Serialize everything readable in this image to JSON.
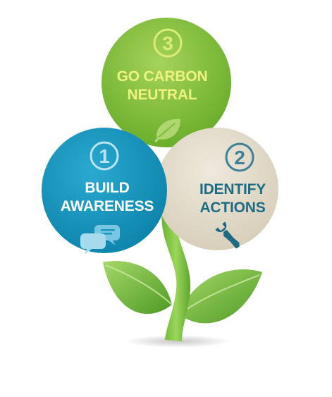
{
  "steps": [
    {
      "number": "1",
      "label_line1": "BUILD",
      "label_line2": "AWARENESS",
      "icon": "speech-bubbles-icon",
      "color": "#1a98c0"
    },
    {
      "number": "2",
      "label_line1": "IDENTIFY",
      "label_line2": "ACTIONS",
      "icon": "tools-icon",
      "color": "#e4dccb"
    },
    {
      "number": "3",
      "label_line1": "GO CARBON",
      "label_line2": "NEUTRAL",
      "icon": "leaf-icon",
      "color": "#7dbb38"
    }
  ],
  "colors": {
    "stem": "#7cc242",
    "leaf_dark": "#5aa22c",
    "leaf_light": "#9fd45c"
  }
}
